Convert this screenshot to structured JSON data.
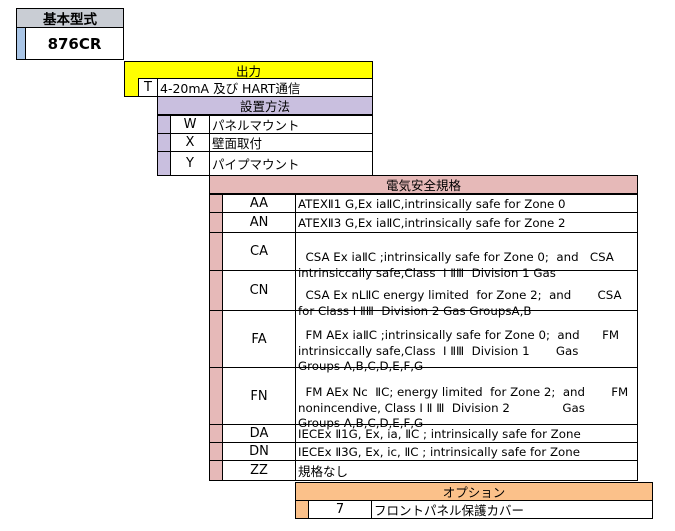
{
  "base_model": {
    "header": "基本型式",
    "value": "876CR"
  },
  "output": {
    "header": "出力",
    "code": "T",
    "desc": "4-20mA 及び HART通信"
  },
  "mounting": {
    "header": "設置方法",
    "rows": [
      {
        "code": "W",
        "desc": "パネルマウント"
      },
      {
        "code": "X",
        "desc": "壁面取付"
      },
      {
        "code": "Y",
        "desc": "パイプマウント"
      }
    ]
  },
  "approval": {
    "header": "電気安全規格",
    "rows": [
      {
        "code": "AA",
        "desc": "ATEXⅡ1 G,Ex iaⅡC,intrinsically safe for Zone 0"
      },
      {
        "code": "AN",
        "desc": "ATEXⅡ3 G,Ex iaⅡC,intrinsically safe for Zone 2"
      },
      {
        "code": "CA",
        "desc": "CSA Ex iaⅡC ;intrinsically safe for Zone 0;  and   CSA\nintrinsiccally safe,Class  Ⅰ ⅡⅢ  Division 1 Gas"
      },
      {
        "code": "CN",
        "desc": "CSA Ex nLⅡC energy limited  for Zone 2;  and       CSA\nfor Class Ⅰ ⅡⅢ  Division 2 Gas GroupsA,B"
      },
      {
        "code": "FA",
        "desc": "FM AEx iaⅡC ;intrinsically safe for Zone 0;  and      FM\nintrinsiccally safe,Class  Ⅰ ⅡⅢ  Division 1       Gas\nGroups A,B,C,D,E,F,G"
      },
      {
        "code": "FN",
        "desc": "FM AEx Nc  ⅡC; energy limited  for Zone 2;  and       FM\nnonincendive, Class Ⅰ Ⅱ Ⅲ  Division 2              Gas\nGroups A,B,C,D,E,F,G"
      },
      {
        "code": "DA",
        "desc": "IECEx  Ⅱ1G, Ex, ia, ⅡC ; intrinsically safe for Zone"
      },
      {
        "code": "DN",
        "desc": "IECEx  Ⅱ3G, Ex, ic, ⅡC ; intrinsically safe for Zone"
      },
      {
        "code": "ZZ",
        "desc": "規格なし"
      }
    ]
  },
  "options": {
    "header": "オプション",
    "code": "7",
    "desc": "フロントパネル保護カバー"
  },
  "colors": {
    "base_header": "#c9cdd4",
    "base_accent": "#a9c5e6",
    "output_header": "#ffff00",
    "mounting_header": "#c9bfdf",
    "approval_header": "#e6b9b8",
    "option_header": "#fbc18a"
  }
}
